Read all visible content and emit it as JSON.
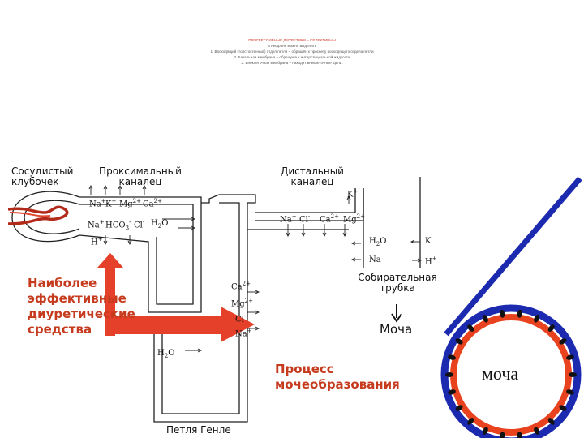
{
  "header": {
    "title": "ПРОГРЕССИВНЫЕ ДИУРЕТИКИ – СЕЛЕКТИВНЫ",
    "line2": "В нефроне можно выделить",
    "line3": "1. Восходящий (толстостенный) отдел петли – обращён к просвету восходящего отдела петли",
    "line4": "2. Базальная мембрана – обращена к интерстициальной жидкости",
    "line5": "3. Внеклеточная мембрана – находит внеклеточные щели."
  },
  "diagram": {
    "glomerulus_label": "Сосудистый клубочек",
    "proximal_label": "Проксимальный каналец",
    "distal_label": "Дистальный каналец",
    "collecting_label": "Собирательная трубка",
    "loop_label": "Петля Генле",
    "urine_label": "Моча",
    "ion_k_distal": "K",
    "ions_proximal_top": [
      "Na",
      "K",
      "Mg",
      "Ca"
    ],
    "ions_proximal_mid": [
      "Na",
      "HCO",
      "Cl",
      "H",
      "O"
    ],
    "ion_h": "H",
    "ions_distal": [
      "Na",
      "Cl",
      "Ca",
      "Mg"
    ],
    "ions_collecting_left": [
      "H",
      "O",
      "Na"
    ],
    "ions_collecting_right": [
      "K",
      "H"
    ],
    "ions_loop": [
      "Ca",
      "Mg",
      "Cl",
      "Na"
    ],
    "loop_water": "H",
    "loop_water_o": "O"
  },
  "notes": {
    "diuretics": "Наиболее эффективные диуретические средства",
    "process": "Процесс мочеобразования",
    "urine_circle": "моча"
  },
  "colors": {
    "red_text": "#c63a1e",
    "arrow_red": "#e5412a",
    "ring_blue": "#1c2ab0",
    "ring_red": "#e8421f"
  }
}
